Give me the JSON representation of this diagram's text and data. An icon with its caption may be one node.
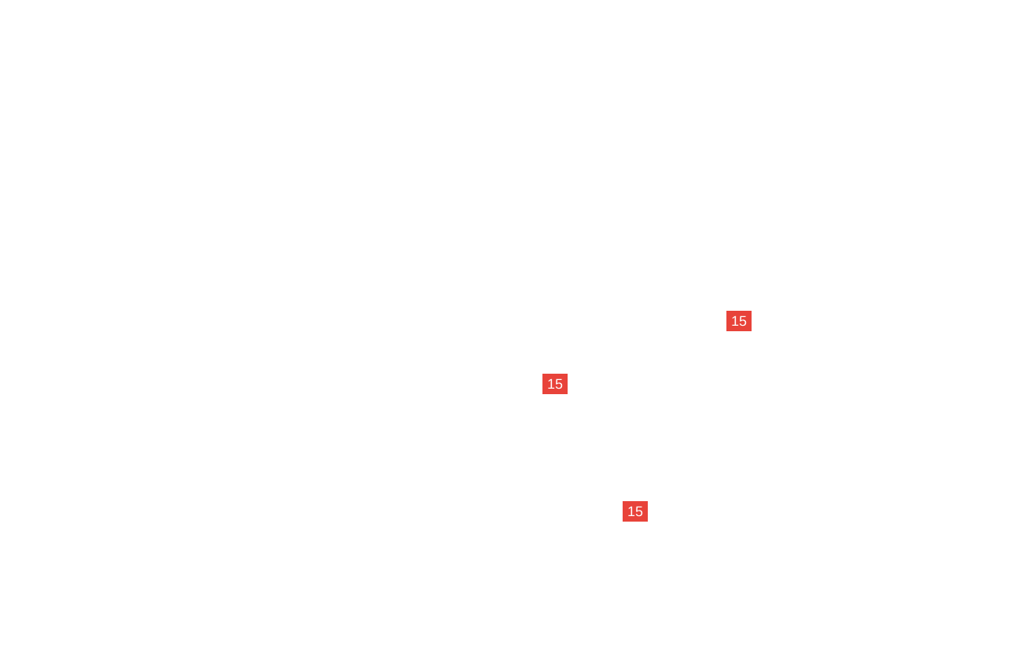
{
  "diagram": {
    "labels": [
      "15",
      "15",
      "15"
    ]
  }
}
